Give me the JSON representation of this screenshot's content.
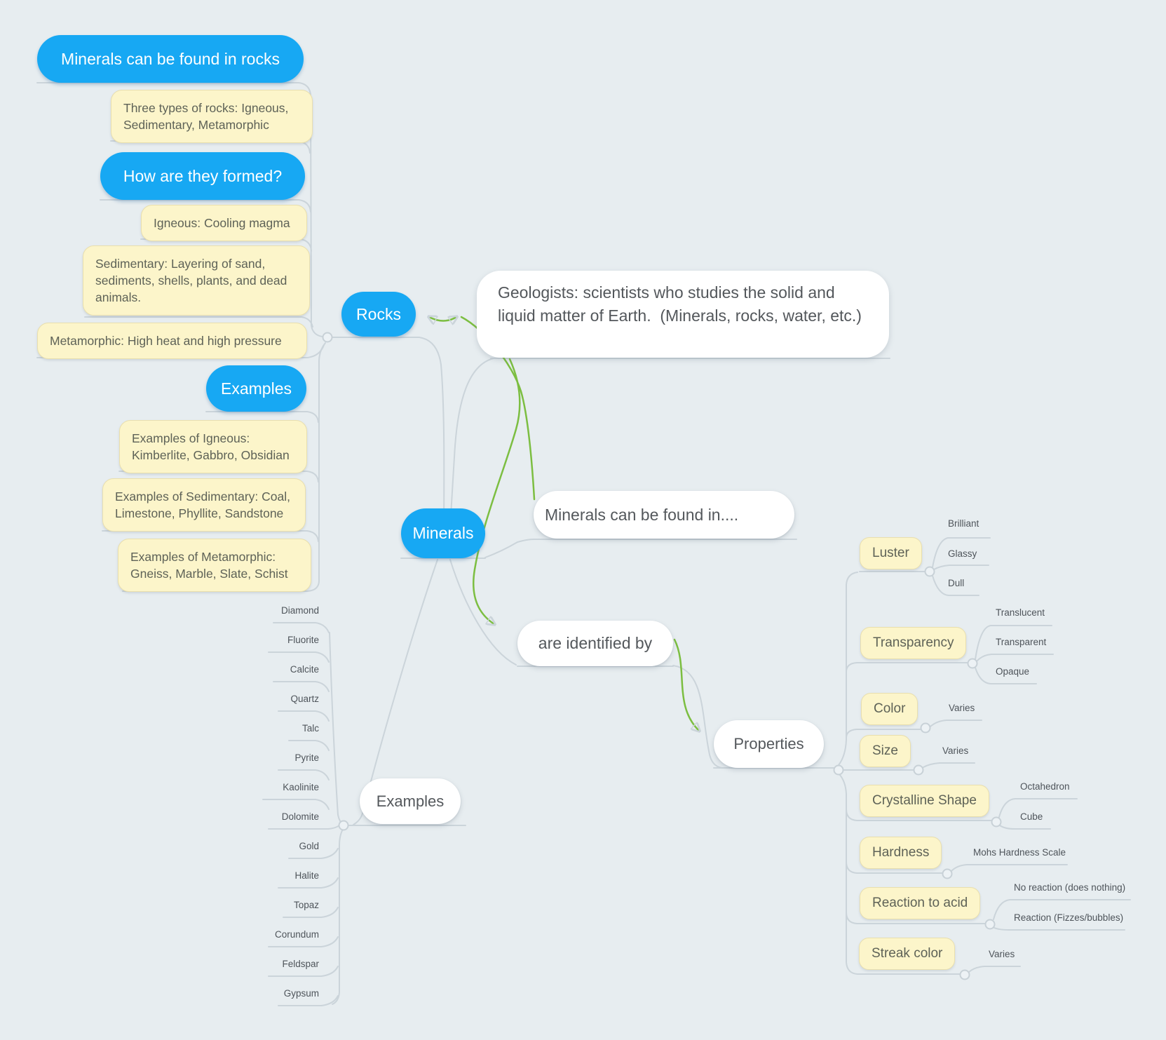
{
  "canvas": {
    "background": "#e7edf0"
  },
  "colors": {
    "topic_blue": "#17a8f3",
    "topic_yellow": "#fcf5ca",
    "topic_yellow_border": "#e9dfae",
    "topic_white": "#ffffff",
    "connector_grey": "#cbd4da",
    "relationship_green": "#7cbe41",
    "text_dark": "#54585c"
  },
  "nodes": {
    "found_in_rocks": "Minerals can be found in rocks",
    "three_types": "Three types of rocks: Igneous, Sedimentary, Metamorphic",
    "how_formed": "How are they formed?",
    "igneous": "Igneous: Cooling magma",
    "sedimentary": "Sedimentary: Layering of sand, sediments, shells, plants, and dead animals.",
    "metamorphic": "Metamorphic: High heat and high pressure",
    "examples_rocks": "Examples",
    "ex_igneous": "Examples of Igneous: Kimberlite, Gabbro, Obsidian",
    "ex_sedimentary": "Examples of Sedimentary: Coal, Limestone, Phyllite, Sandstone",
    "ex_metamorphic": "Examples of Metamorphic: Gneiss, Marble, Slate, Schist",
    "rocks": "Rocks",
    "geologists": "Geologists: scientists who studies the solid and liquid matter of Earth.  (Minerals, rocks, water, etc.)",
    "minerals": "Minerals",
    "found_in": "Minerals can be found in....",
    "identified_by": "are identified by",
    "properties_title": "Properties",
    "examples_minerals": "Examples"
  },
  "mineral_examples": [
    "Diamond",
    "Fluorite",
    "Calcite",
    "Quartz",
    "Talc",
    "Pyrite",
    "Kaolinite",
    "Dolomite",
    "Gold",
    "Halite",
    "Topaz",
    "Corundum",
    "Feldspar",
    "Gypsum"
  ],
  "properties": [
    {
      "label": "Luster",
      "values": [
        "Brilliant",
        "Glassy",
        "Dull"
      ]
    },
    {
      "label": "Transparency",
      "values": [
        "Translucent",
        "Transparent",
        "Opaque"
      ]
    },
    {
      "label": "Color",
      "values": [
        "Varies"
      ]
    },
    {
      "label": "Size",
      "values": [
        "Varies"
      ]
    },
    {
      "label": "Crystalline Shape",
      "values": [
        "Octahedron",
        "Cube"
      ]
    },
    {
      "label": "Hardness",
      "values": [
        "Mohs Hardness Scale"
      ]
    },
    {
      "label": "Reaction to acid",
      "values": [
        "No reaction (does nothing)",
        "Reaction (Fizzes/bubbles)"
      ]
    },
    {
      "label": "Streak color",
      "values": [
        "Varies"
      ]
    }
  ]
}
